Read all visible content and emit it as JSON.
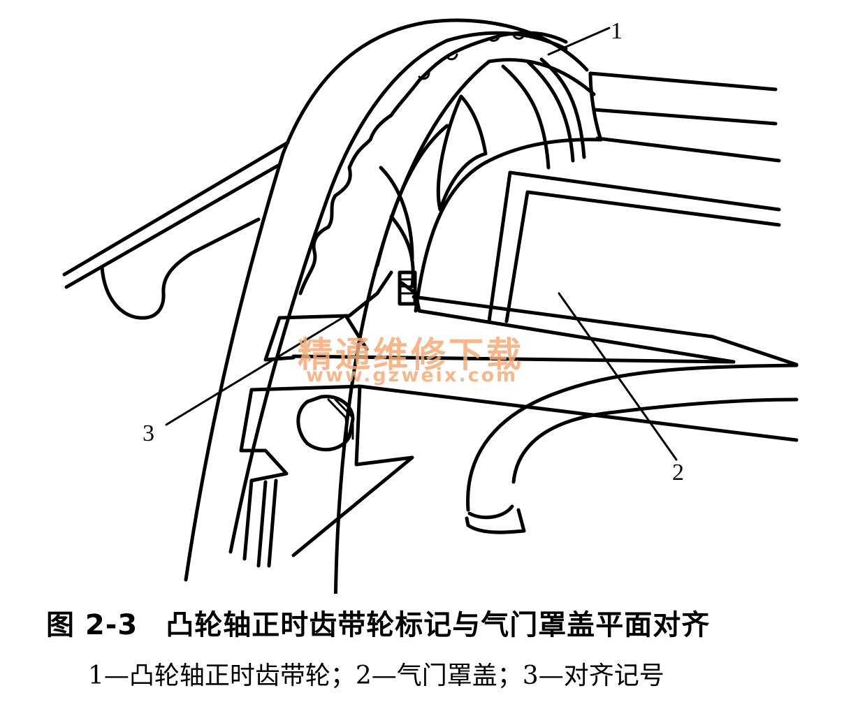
{
  "figure": {
    "number": "图 2-3",
    "title": "凸轮轴正时齿带轮标记与气门罩盖平面对齐",
    "legend": "1—凸轮轴正时齿带轮；2—气门罩盖；3—对齐记号",
    "legend_items": [
      {
        "id": "1",
        "label": "凸轮轴正时齿带轮"
      },
      {
        "id": "2",
        "label": "气门罩盖"
      },
      {
        "id": "3",
        "label": "对齐记号"
      }
    ],
    "callouts": [
      {
        "id": "1",
        "text": "1"
      },
      {
        "id": "2",
        "text": "2"
      },
      {
        "id": "3",
        "text": "3"
      }
    ]
  },
  "watermark": {
    "text": "精通维修下载",
    "url": "www.gzweix.com",
    "color": "#F4AA78"
  }
}
